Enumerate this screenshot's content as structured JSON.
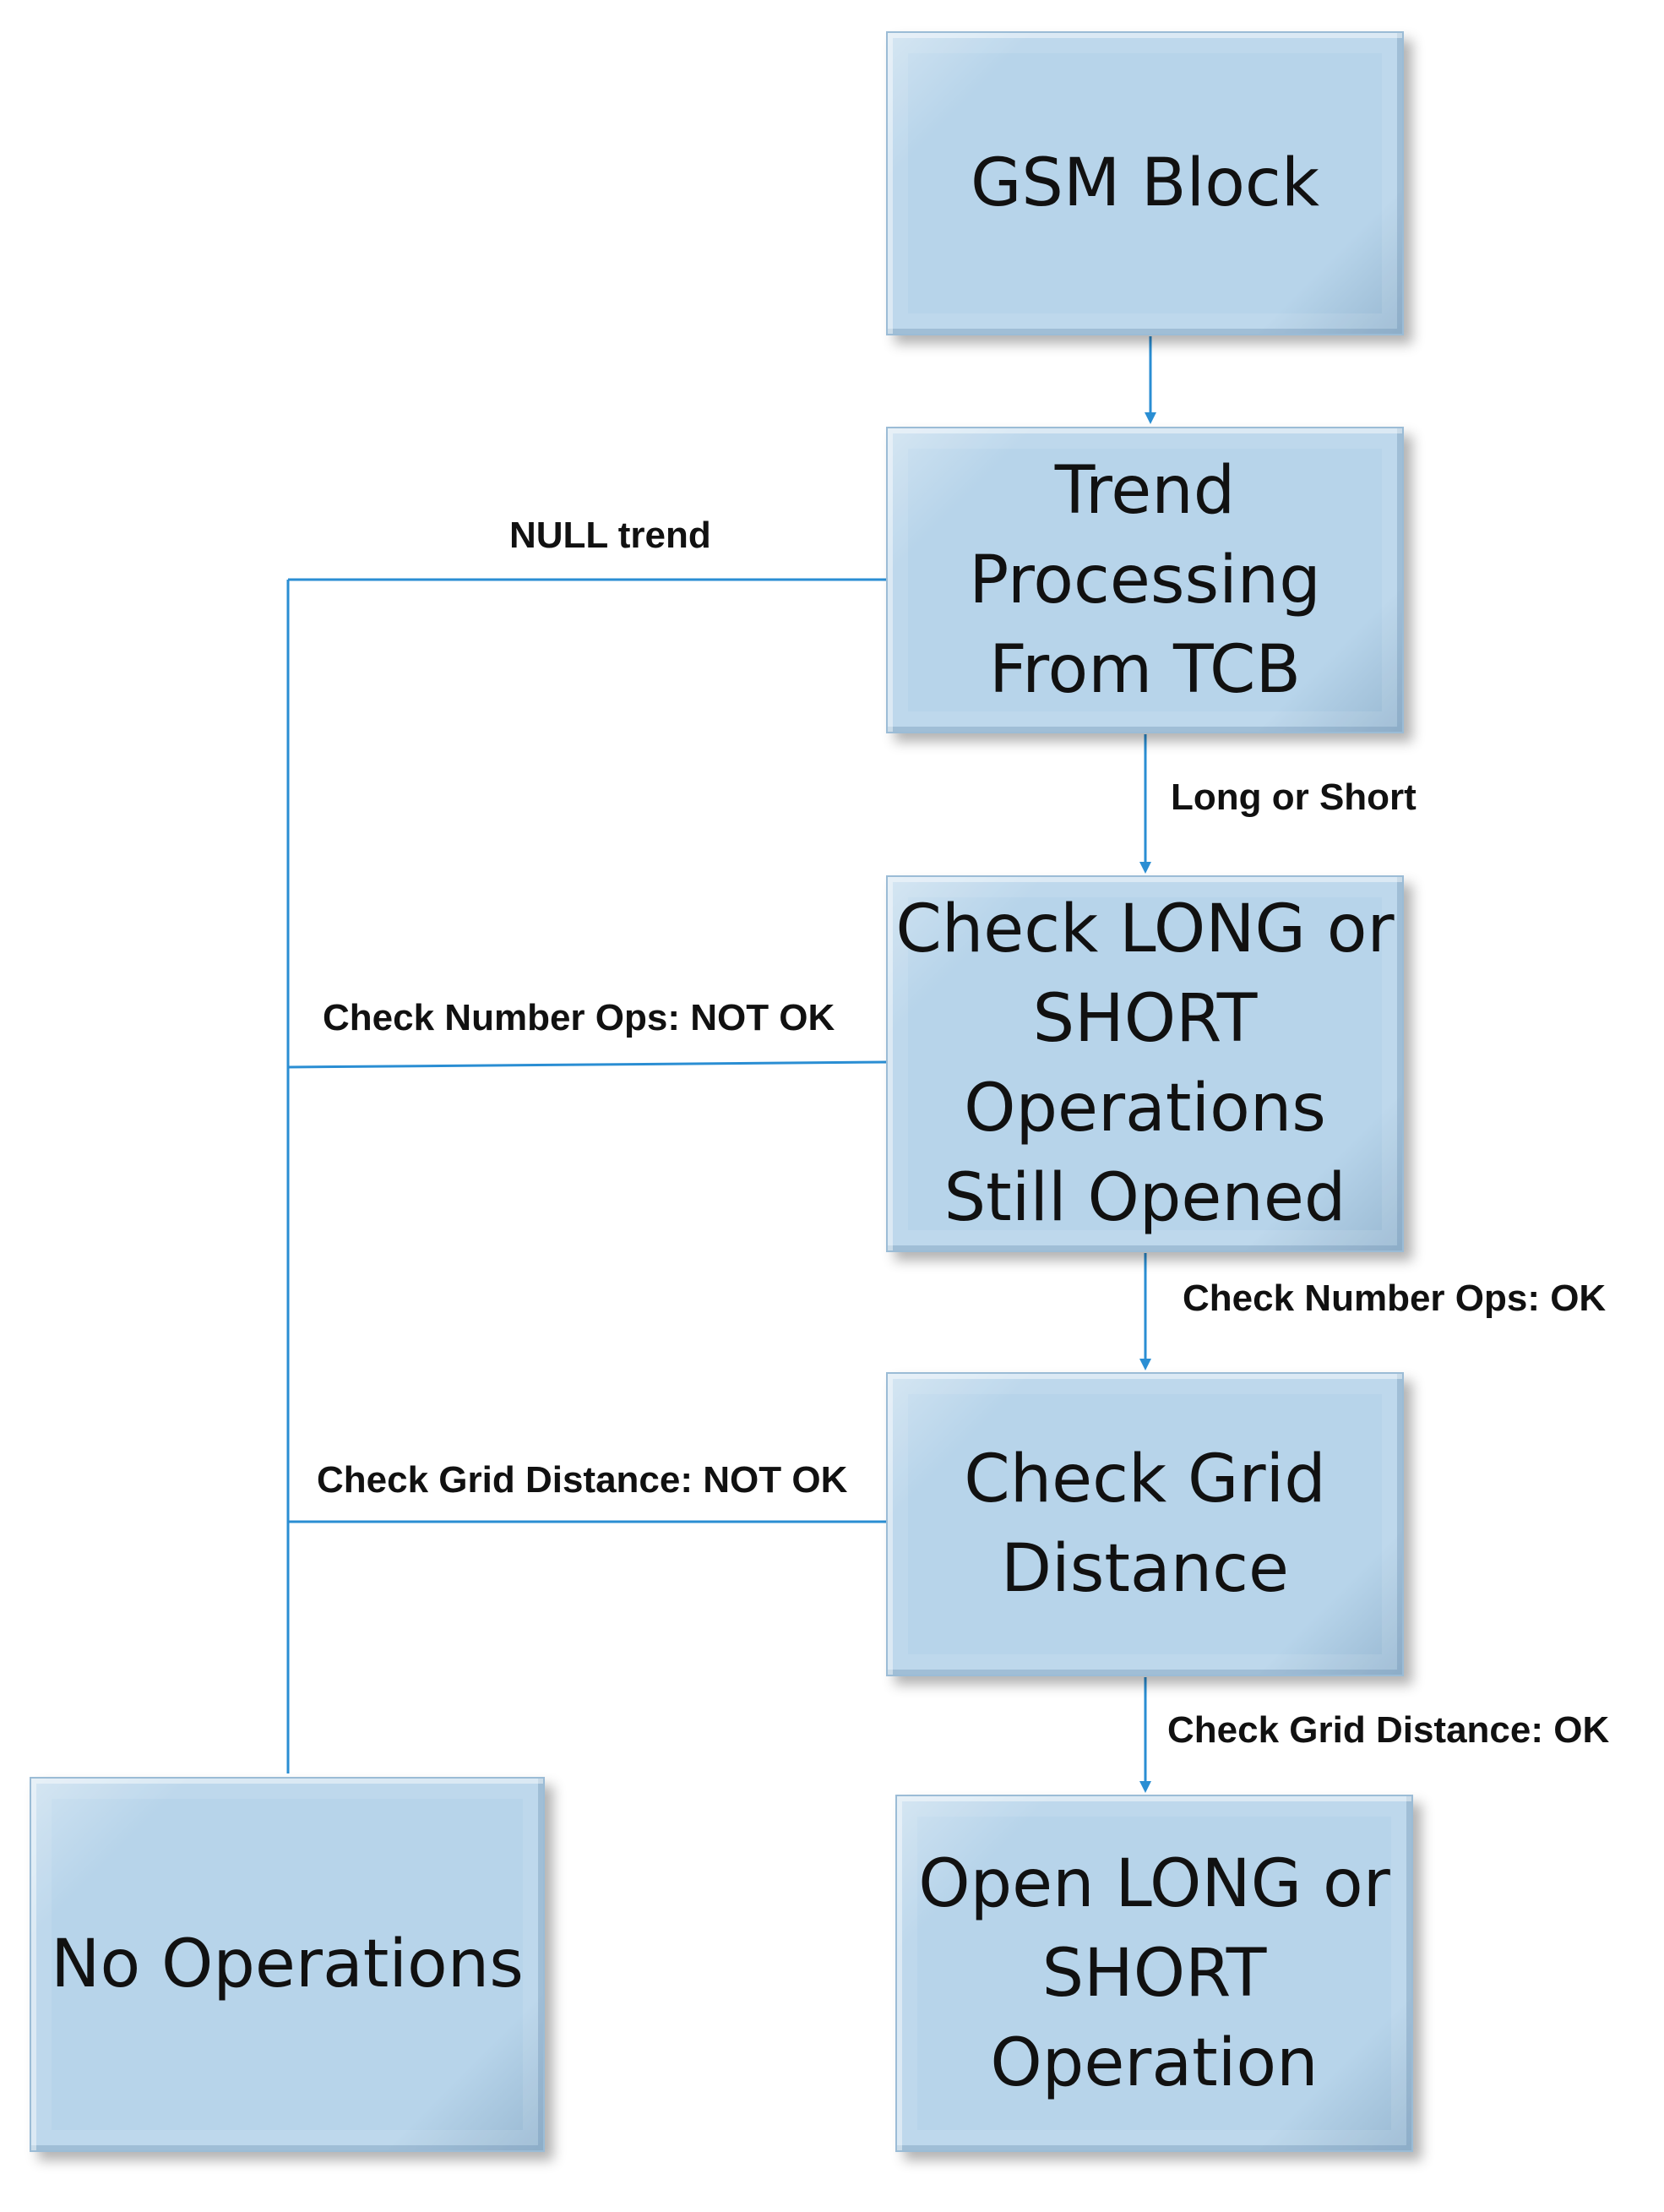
{
  "diagram": {
    "type": "flowchart",
    "colors": {
      "box_fill": "#b7d4ea",
      "box_border": "#9bbcd6",
      "connector": "#2a8ed3",
      "text": "#111111"
    },
    "nodes": [
      {
        "id": "gsm-block",
        "label": "GSM Block"
      },
      {
        "id": "trend-processing",
        "label": "Trend\nProcessing\nFrom TCB"
      },
      {
        "id": "check-operations",
        "label": "Check LONG or\nSHORT\nOperations\nStill Opened"
      },
      {
        "id": "check-grid",
        "label": "Check Grid\nDistance"
      },
      {
        "id": "open-operation",
        "label": "Open LONG or\nSHORT\nOperation"
      },
      {
        "id": "no-operations",
        "label": "No Operations"
      }
    ],
    "edges": [
      {
        "from": "gsm-block",
        "to": "trend-processing",
        "label": ""
      },
      {
        "from": "trend-processing",
        "to": "check-operations",
        "label": "Long or Short"
      },
      {
        "from": "check-operations",
        "to": "check-grid",
        "label": "Check Number Ops: OK"
      },
      {
        "from": "check-grid",
        "to": "open-operation",
        "label": "Check Grid Distance: OK"
      },
      {
        "from": "trend-processing",
        "to": "no-operations",
        "label": "NULL trend"
      },
      {
        "from": "check-operations",
        "to": "no-operations",
        "label": "Check Number Ops: NOT OK"
      },
      {
        "from": "check-grid",
        "to": "no-operations",
        "label": "Check Grid Distance: NOT OK"
      }
    ]
  }
}
